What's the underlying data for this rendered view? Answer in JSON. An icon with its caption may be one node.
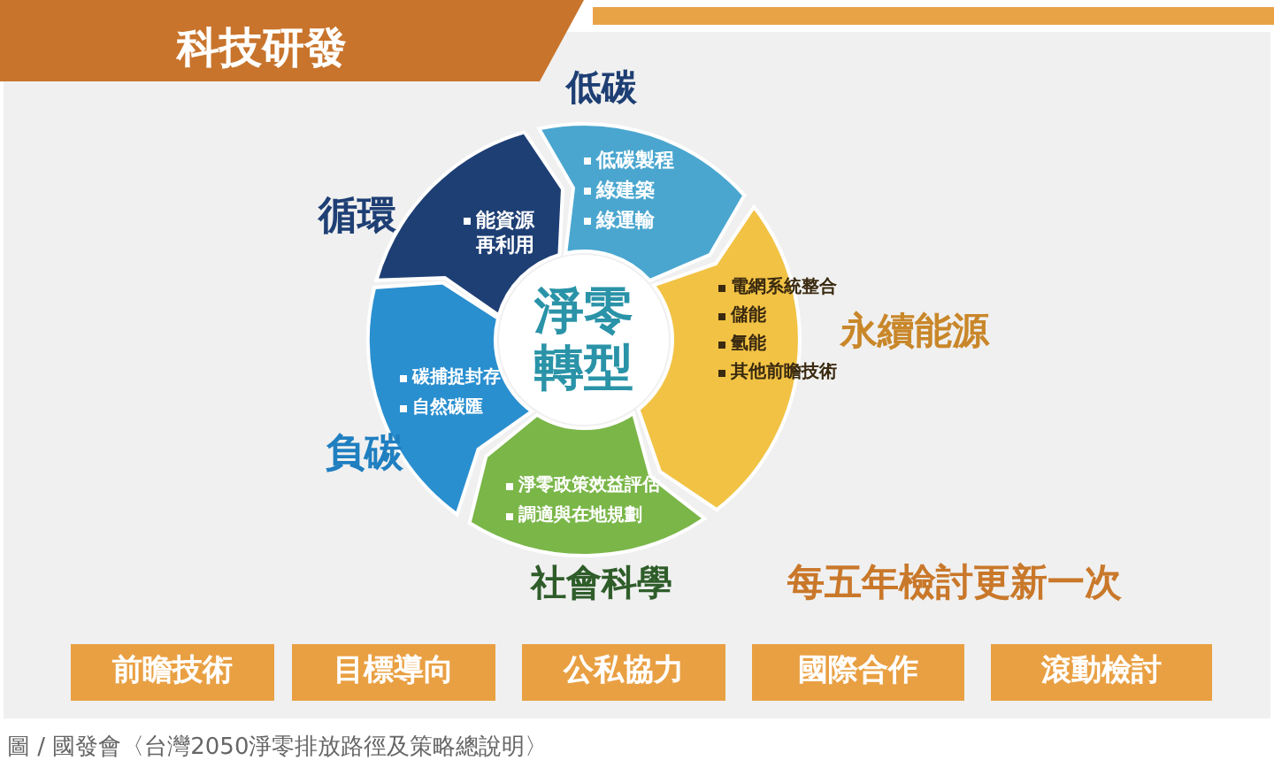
{
  "diagram": {
    "title": "科技研發",
    "caption": "圖 / 國發會〈台灣2050淨零排放路徑及策略總說明〉",
    "nodes": [
      {
        "text": [
          "淨零轉型"
        ]
      },
      {
        "text": [
          "循環",
          "能資源再利用"
        ]
      },
      {
        "text": [
          "低碳",
          "低碳製程",
          "綠建築",
          "綠運輸"
        ]
      },
      {
        "text": [
          "永續能源",
          "電網系統整合",
          "儲能",
          "氫能",
          "其他前瞻技術"
        ]
      },
      {
        "text": [
          "碳捕捉封存",
          "自然碳匯",
          "負碳"
        ]
      },
      {
        "text": [
          "淨零政策效益評估",
          "調適與在地規劃",
          "社會科學"
        ]
      },
      {
        "text": [
          "前瞻技術"
        ]
      },
      {
        "text": [
          "目標導向"
        ]
      },
      {
        "text": [
          "公私協力"
        ]
      },
      {
        "text": [
          "國際合作"
        ]
      },
      {
        "text": [
          "滾動檢討"
        ]
      }
    ],
    "labels": [
      "每五年檢討更新一次"
    ]
  }
}
